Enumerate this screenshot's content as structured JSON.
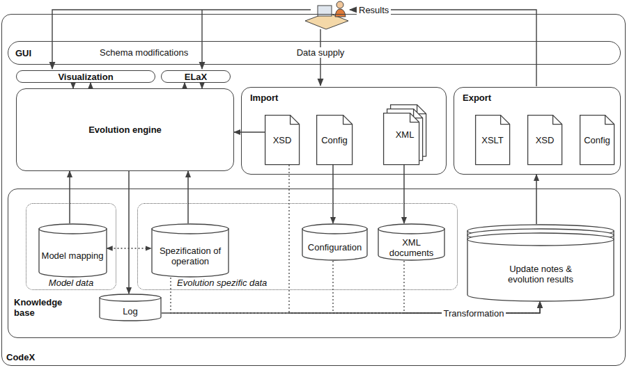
{
  "diagram": {
    "nodes": [
      {
        "text": [
          "CodeX"
        ]
      },
      {
        "text": [
          "GUI"
        ],
        "in": 0
      },
      {
        "text": [
          "Visualization"
        ],
        "in": 0
      },
      {
        "text": [
          "ELaX"
        ],
        "in": 0
      },
      {
        "text": [
          "Evolution engine"
        ],
        "in": 0
      },
      {
        "text": [
          "Import"
        ],
        "in": 0
      },
      {
        "text": [
          "XSD"
        ],
        "in": 5
      },
      {
        "text": [
          "Config"
        ],
        "in": 5
      },
      {
        "text": [
          "XML"
        ],
        "in": 5
      },
      {
        "text": [
          "Export"
        ],
        "in": 0
      },
      {
        "text": [
          "XSLT"
        ],
        "in": 9
      },
      {
        "text": [
          "XSD"
        ],
        "in": 9
      },
      {
        "text": [
          "Config"
        ],
        "in": 9
      },
      {
        "text": [
          "Knowledge base"
        ],
        "in": 0
      },
      {
        "text": [
          "Model data"
        ],
        "in": 13
      },
      {
        "text": [
          "Model mapping"
        ],
        "in": 14
      },
      {
        "text": [
          "Evolution spezific data"
        ],
        "in": 13
      },
      {
        "text": [
          "Spezification of operation"
        ],
        "in": 16
      },
      {
        "text": [
          "Configuration"
        ],
        "in": 16
      },
      {
        "text": [
          "XML documents"
        ],
        "in": 16
      },
      {
        "text": [
          "Update notes & evolution results"
        ],
        "in": 13
      },
      {
        "text": [
          "Log"
        ],
        "in": 13
      }
    ],
    "edges": [
      {
        "from": 2,
        "to": 4,
        "arrow": "to"
      },
      {
        "from": 4,
        "to": 2,
        "arrow": "to"
      },
      {
        "from": 3,
        "to": 4,
        "arrow": "to"
      },
      {
        "from": 4,
        "to": 3,
        "arrow": "to"
      },
      {
        "from": 6,
        "to": 4,
        "arrow": "to"
      },
      {
        "from": 7,
        "to": 18,
        "arrow": "to"
      },
      {
        "from": 8,
        "to": 19,
        "arrow": "to"
      },
      {
        "from": 15,
        "to": 4,
        "arrow": "to"
      },
      {
        "from": 17,
        "to": 4,
        "arrow": "to"
      },
      {
        "from": 4,
        "to": 21,
        "arrow": "to"
      },
      {
        "from": 15,
        "to": 17,
        "arrow": "both"
      },
      {
        "from": 21,
        "to": 20,
        "label": "Transformation",
        "arrow": "to"
      },
      {
        "from": 17,
        "to": 20,
        "arrow": "to"
      },
      {
        "from": 6,
        "to": 20,
        "arrow": "to"
      },
      {
        "from": 18,
        "to": 20,
        "arrow": "to"
      },
      {
        "from": 19,
        "to": 20,
        "arrow": "to"
      },
      {
        "from": 20,
        "to": 9,
        "arrow": "to"
      }
    ],
    "labels": [
      "Schema modifications",
      "Data supply",
      "Results"
    ]
  }
}
